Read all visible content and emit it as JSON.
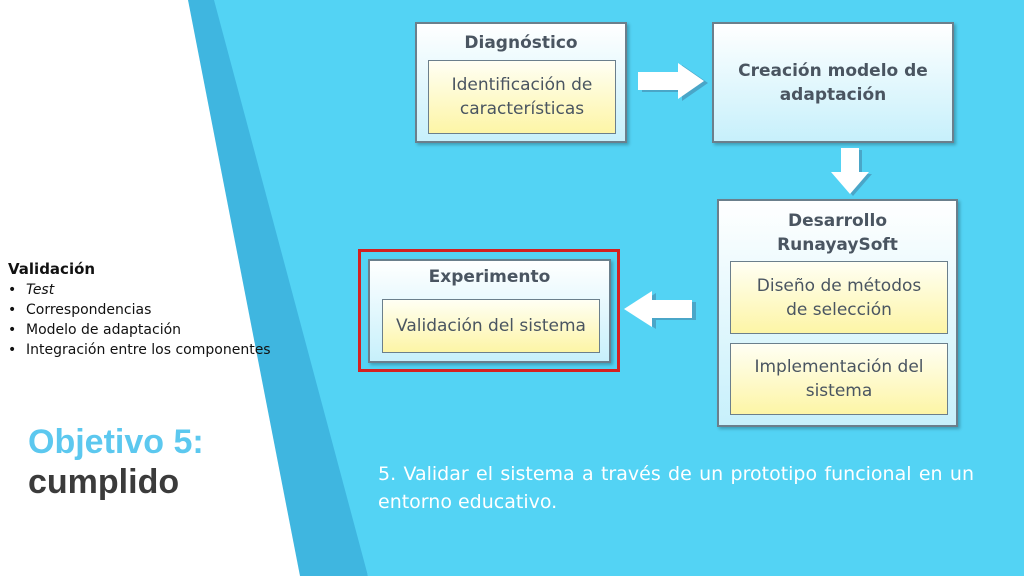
{
  "validation": {
    "title": "Validación",
    "items": [
      "Test",
      "Correspondencias",
      "Modelo de adaptación",
      "Integración entre los componentes"
    ]
  },
  "objective": {
    "line1": "Objetivo 5:",
    "line2": "cumplido"
  },
  "diagram": {
    "diagnostico": {
      "title": "Diagnóstico",
      "inner": "Identificación de características"
    },
    "creacion": {
      "title": "Creación modelo de adaptación"
    },
    "desarrollo": {
      "title": "Desarrollo RunayaySoft",
      "inner1": "Diseño de métodos de selección",
      "inner2": "Implementación del sistema"
    },
    "experimento": {
      "title": "Experimento",
      "inner": "Validación del sistema"
    }
  },
  "objective_text": "5. Validar el sistema a través de un prototipo funcional en un entorno educativo.",
  "colors": {
    "accent": "#53d3f4",
    "stripe": "#3fb6e0",
    "highlight": "#d42020"
  }
}
